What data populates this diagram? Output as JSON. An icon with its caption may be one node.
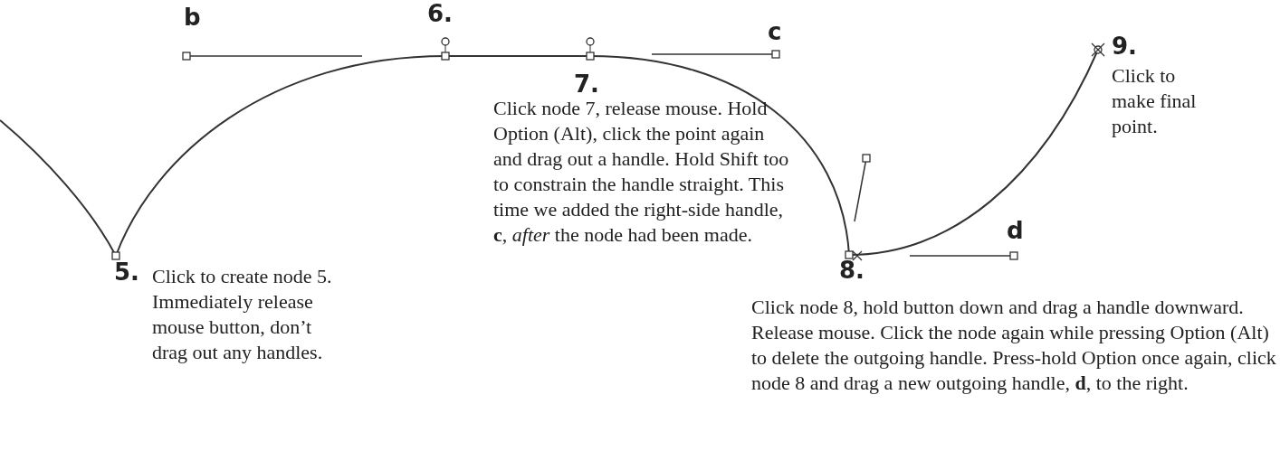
{
  "diagram": {
    "labels": [
      "b",
      "6.",
      "c",
      "7.",
      "9.",
      "Click to make final point.",
      "Click node 7, release mouse. Hold Option (Alt), click the point again and drag out a handle. Hold Shift too to constrain the handle straight. This time we added the right-side handle, **c**, *after* the node had been made.",
      "d",
      "5.",
      "Click to create node 5. Immediately release mouse button, don’t drag out any handles.",
      "8.",
      "Click node 8, hold button down and drag a handle downward. Release mouse. Click the node again while pressing Option (Alt) to delete the outgoing handle. Press-hold Option once again, click node 8 and drag a new outgoing handle, **d**, to the right."
    ]
  }
}
